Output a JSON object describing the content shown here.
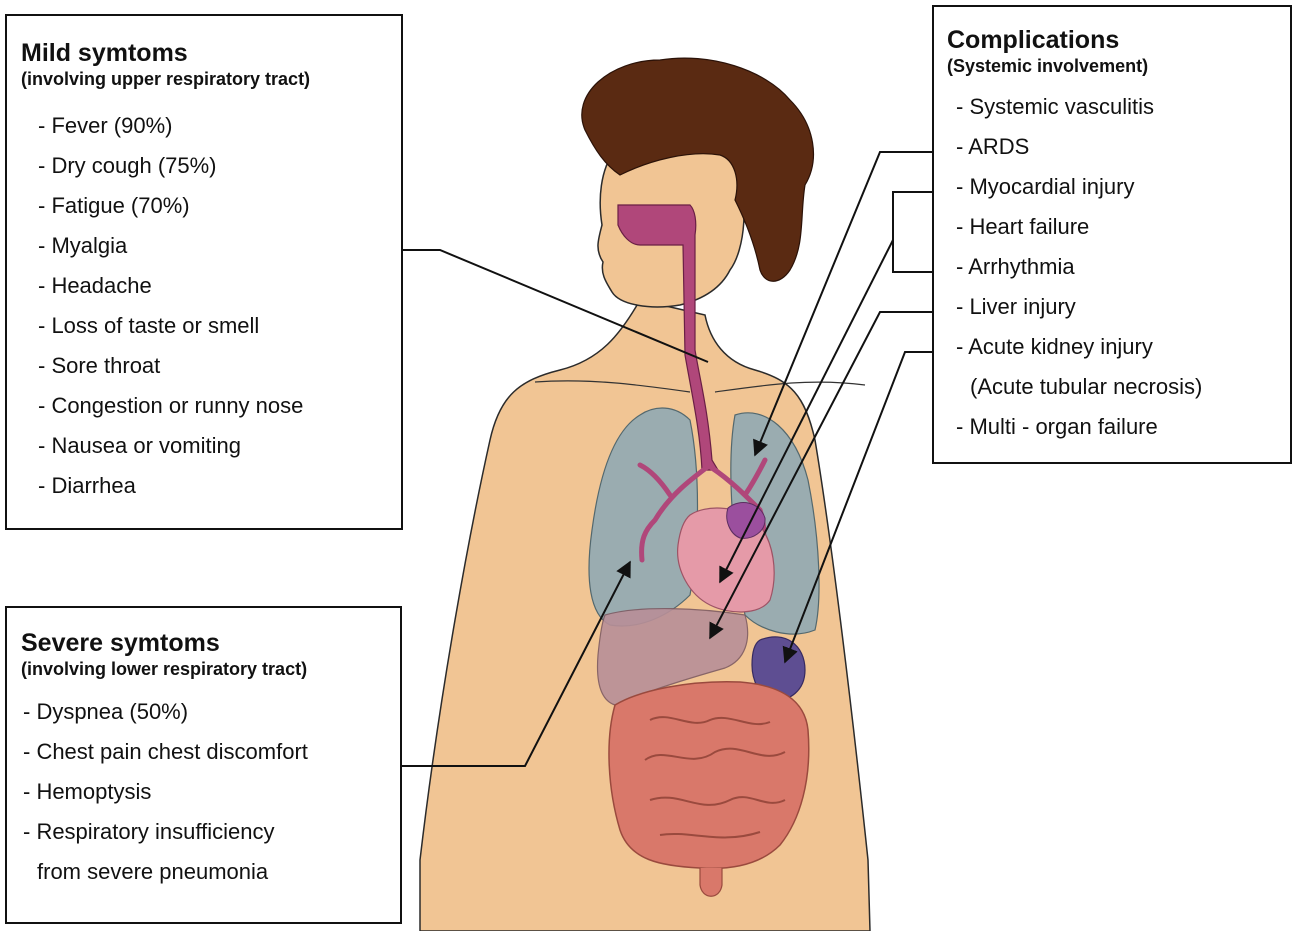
{
  "mild": {
    "title": "Mild symtoms",
    "subtitle": "(involving upper respiratory tract)",
    "items": [
      "- Fever (90%)",
      "- Dry cough (75%)",
      "- Fatigue (70%)",
      "- Myalgia",
      "- Headache",
      "- Loss of taste or smell",
      "- Sore throat",
      "- Congestion or runny nose",
      "- Nausea or vomiting",
      "- Diarrhea"
    ]
  },
  "severe": {
    "title": "Severe symtoms",
    "subtitle": "(involving lower respiratory tract)",
    "items": [
      "- Dyspnea (50%)",
      "- Chest pain chest discomfort",
      "- Hemoptysis",
      "- Respiratory insufficiency",
      "from severe pneumonia"
    ]
  },
  "complications": {
    "title": "Complications",
    "subtitle": "(Systemic involvement)",
    "items": [
      "- Systemic vasculitis",
      "- ARDS",
      "- Myocardial injury",
      "- Heart failure",
      "- Arrhythmia",
      "- Liver injury",
      "- Acute kidney injury",
      "(Acute tubular necrosis)",
      "- Multi - organ failure"
    ]
  },
  "colors": {
    "skin": "#f1c594",
    "hair": "#5a2a12",
    "airway": "#b0477a",
    "lungs": "#9aacb0",
    "heart": "#e59aa8",
    "liver": "#b88f98",
    "kidney": "#5e4e92",
    "intestine": "#d9786a"
  }
}
